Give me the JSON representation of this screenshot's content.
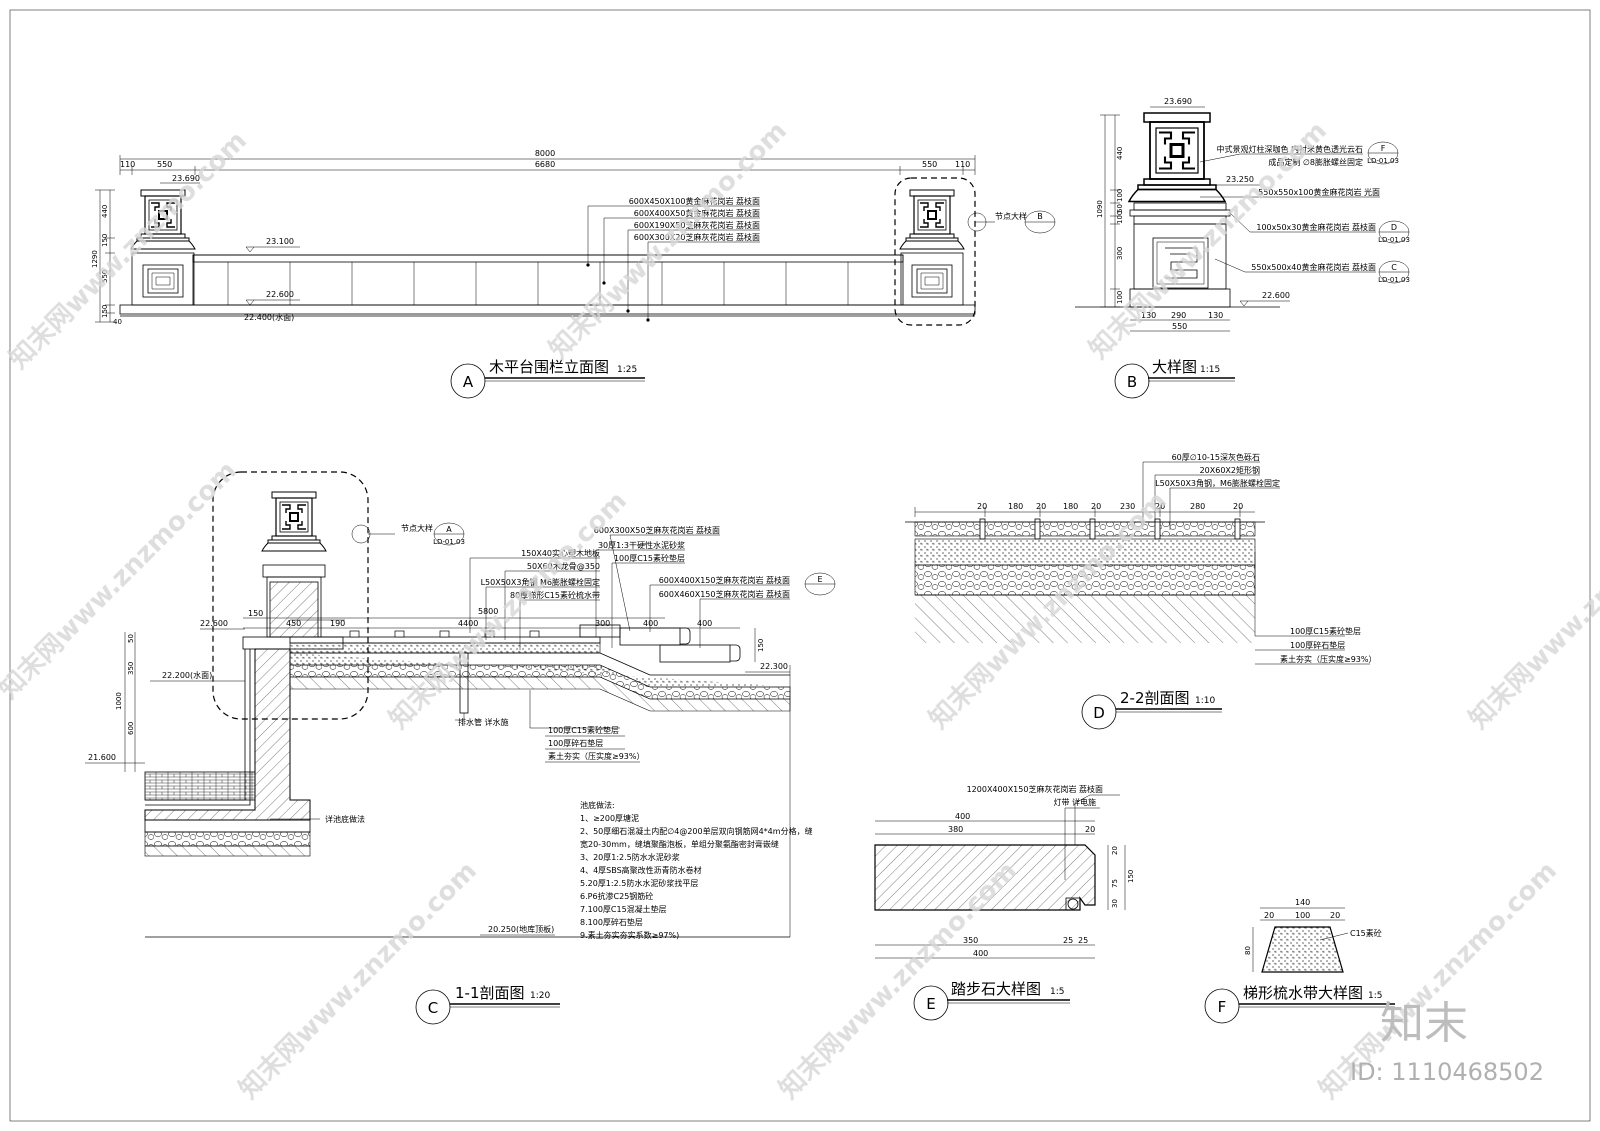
{
  "watermark": {
    "text": "知末网www.znzmo.com",
    "brand": "知末",
    "id": "ID: 1110468502"
  },
  "views": {
    "A": {
      "letter": "A",
      "title": "木平台围栏立面图",
      "scale": "1:25",
      "dims": {
        "total": "8000",
        "inner": "6680",
        "left_pier": "550",
        "right_pier": "550",
        "left_edge": "110",
        "right_edge": "110",
        "h_top": "440",
        "h_mid": "150",
        "h_total": "1290",
        "h_body": "550",
        "h_b1": "150",
        "h_b2": "40"
      },
      "elev": {
        "top": "23.690",
        "rail": "23.100",
        "deck": "22.600",
        "water": "22.400(水面)"
      },
      "callout": "节点大样",
      "callout_ref": "B",
      "notes": [
        "600X450X100黄金麻花岗岩 荔枝面",
        "600X400X50黄金麻花岗岩 荔枝面",
        "600X190X50芝麻灰花岗岩 荔枝面",
        "600X300X20芝麻灰花岗岩 荔枝面"
      ]
    },
    "B": {
      "letter": "B",
      "title": "大样图",
      "scale": "1:15",
      "dims": {
        "d440": "440",
        "d1090": "1090",
        "d100a": "100",
        "d50": "50",
        "d100b": "100",
        "d300": "300",
        "d100c": "100",
        "w130a": "130",
        "w290": "290",
        "w130b": "130",
        "w550": "550"
      },
      "elev": {
        "top": "23.690",
        "mid": "23.250",
        "base": "22.600"
      },
      "notes": [
        {
          "text": "中式景观灯柱深咖色 内衬米黄色透光云石",
          "ref": "F",
          "sheet": "LD-01.03"
        },
        {
          "text": "成品定制 ∅8膨胀螺丝固定",
          "ref": "",
          "sheet": ""
        },
        {
          "text": "550x550x100黄金麻花岗岩 光面",
          "ref": "",
          "sheet": ""
        },
        {
          "text": "100x50x30黄金麻花岗岩 荔枝面",
          "ref": "D",
          "sheet": "LD-01.03"
        },
        {
          "text": "550x500x40黄金麻花岗岩 荔枝面",
          "ref": "C",
          "sheet": "LD-01.03"
        }
      ]
    },
    "C": {
      "letter": "C",
      "title": "1-1剖面图",
      "scale": "1:20",
      "dims": {
        "d150": "150",
        "d450": "450",
        "d190": "190",
        "d4400": "4400",
        "d5800": "5800",
        "d300": "300",
        "d400a": "400",
        "d400b": "400",
        "v50": "50",
        "v350": "350",
        "v1000": "1000",
        "v600": "600",
        "v150": "150"
      },
      "elev": {
        "e1": "22.600",
        "e2": "22.200(水面)",
        "e3": "21.600",
        "e4": "22.300",
        "e5": "20.250(地库顶板)"
      },
      "callout": "节点大样",
      "callout_ref": "A",
      "callout_sheet": "LD-01.03",
      "step_ref": "E",
      "notes": [
        "600X300X50芝麻灰花岗岩 荔枝面",
        "150X40实心塑木地板",
        "30厚1:3干硬性水泥砂浆",
        "50X60木龙骨@350",
        "100厚C15素砼垫层",
        "L50X50X3角钢 M6膨胀螺栓固定",
        "600X400X150芝麻灰花岗岩 荔枝面",
        "80厚梯形C15素砼梳水带",
        "600X460X150芝麻灰花岗岩 荔枝面"
      ],
      "drain": "排水管 详水施",
      "layers": [
        "100厚C15素砼垫层",
        "100厚碎石垫层",
        "素土夯实（压实度≥93%）"
      ],
      "pool_ref": "详池底做法",
      "pool_title": "池底做法:",
      "pool_steps": [
        "1、≥200厚塘泥",
        "2、50厚细石混凝土内配∅4@200单层双向钢筋网4*4m分格，缝",
        "宽20-30mm，缝填聚酯泡板，单组分聚氨酯密封膏嵌缝",
        "3、20厚1:2.5防水水泥砂浆",
        "4、4厚SBS高聚改性沥青防水卷材",
        "5.20厚1:2.5防水水泥砂浆找平层",
        "6.P6抗渗C25钢筋砼",
        "7.100厚C15混凝土垫层",
        "8.100厚碎石垫层",
        "9.素土夯实夯实系数≥97%)"
      ]
    },
    "D": {
      "letter": "D",
      "title": "2-2剖面图",
      "scale": "1:10",
      "dims": [
        "20",
        "180",
        "20",
        "180",
        "20",
        "230",
        "20",
        "280",
        "20"
      ],
      "notes": [
        "60厚∅10-15深灰色砾石",
        "20X60X2矩形钢",
        "L50X50X3角钢，M6膨胀螺栓固定"
      ],
      "layers": [
        "100厚C15素砼垫层",
        "100厚碎石垫层",
        "素土夯实（压实度≥93%）"
      ]
    },
    "E": {
      "letter": "E",
      "title": "踏步石大样图",
      "scale": "1:5",
      "notes": [
        "1200X400X150芝麻灰花岗岩 荔枝面",
        "灯带 详电施"
      ],
      "dims": {
        "w400": "400",
        "w380": "380",
        "w20": "20",
        "w350": "350",
        "w25a": "25",
        "w25b": "25",
        "w400b": "400",
        "h20": "20",
        "h75": "75",
        "h150": "150",
        "h30": "30"
      }
    },
    "F": {
      "letter": "F",
      "title": "梯形梳水带大样图",
      "scale": "1:5",
      "dims": {
        "w140": "140",
        "w20a": "20",
        "w100": "100",
        "w20b": "20",
        "h80": "80"
      },
      "note": "C15素砼"
    }
  }
}
